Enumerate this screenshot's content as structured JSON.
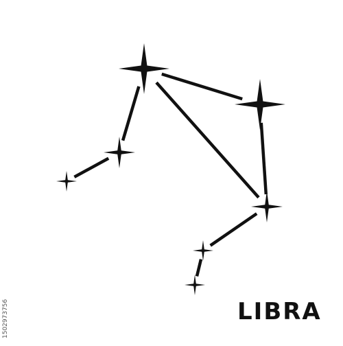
{
  "constellation": {
    "name": "LIBRA",
    "ink_color": "#111111",
    "background_color": "#ffffff",
    "stars": [
      {
        "id": "star-top",
        "size": "large"
      },
      {
        "id": "star-right",
        "size": "large"
      },
      {
        "id": "star-lower-right",
        "size": "medium"
      },
      {
        "id": "star-left-mid",
        "size": "medium"
      },
      {
        "id": "star-far-left",
        "size": "small"
      },
      {
        "id": "star-bottom-mid",
        "size": "small"
      },
      {
        "id": "star-bottom",
        "size": "small"
      }
    ],
    "connections": [
      [
        "star-top",
        "star-right"
      ],
      [
        "star-top",
        "star-lower-right"
      ],
      [
        "star-right",
        "star-lower-right"
      ],
      [
        "star-top",
        "star-left-mid"
      ],
      [
        "star-left-mid",
        "star-far-left"
      ],
      [
        "star-lower-right",
        "star-bottom-mid"
      ],
      [
        "star-bottom-mid",
        "star-bottom"
      ]
    ]
  },
  "stock_id": "1502973756"
}
